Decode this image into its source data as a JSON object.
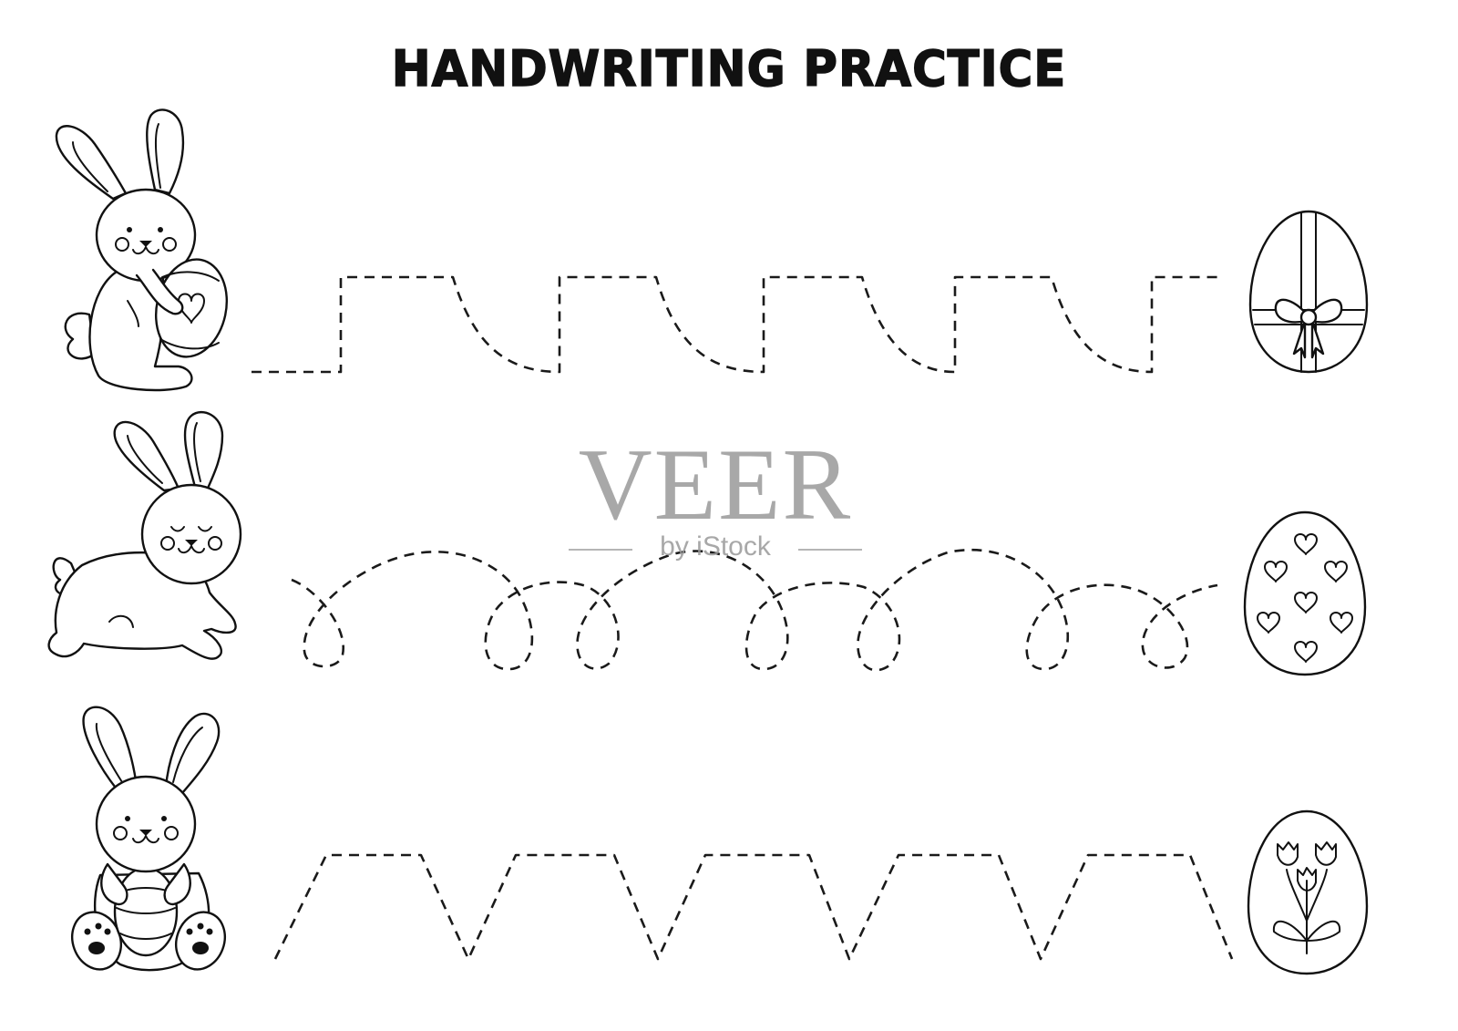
{
  "worksheet": {
    "title": "HANDWRITING PRACTICE",
    "line_color": "#111111",
    "background": "#ffffff"
  },
  "rows": [
    {
      "character": "bunny hugging egg",
      "pattern": "square-curve wave",
      "target": "egg with bow"
    },
    {
      "character": "running bunny",
      "pattern": "loop wave",
      "target": "egg with hearts"
    },
    {
      "character": "sitting bunny with egg",
      "pattern": "trapezoid zigzag",
      "target": "egg with tulips"
    }
  ],
  "watermark": {
    "brand": "VEER",
    "sub": "by iStock",
    "color": "#9a9a9a"
  }
}
